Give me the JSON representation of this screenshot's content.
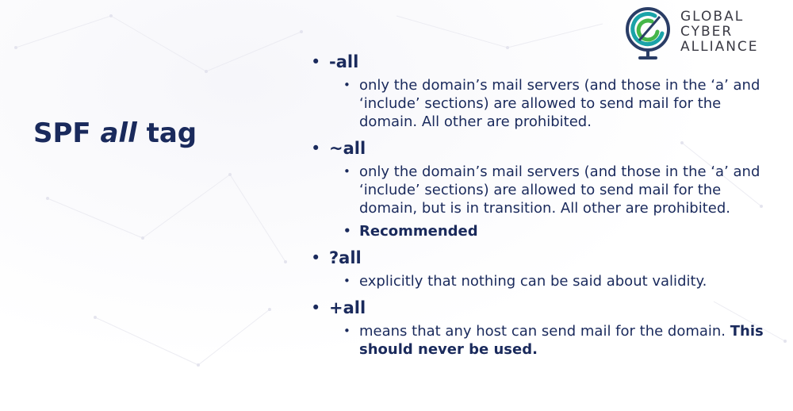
{
  "logo": {
    "icon": "gca-globe-logo-icon",
    "lines": [
      "GLOBAL",
      "CYBER",
      "ALLIANCE"
    ],
    "colors": {
      "dark": "#2a3d66",
      "teal": "#1aa3a8",
      "green": "#45b649",
      "text": "#3a3a44"
    }
  },
  "title": {
    "prefix": "SPF",
    "emphasis": "all",
    "suffix": "tag",
    "color": "#1a2a5c"
  },
  "items": [
    {
      "tag": "-all",
      "subs": [
        {
          "text": "only the domain’s mail servers (and those in the ‘a’ and ‘include’ sections) are allowed to send mail for the domain.  All other are prohibited."
        }
      ]
    },
    {
      "tag": "~all",
      "subs": [
        {
          "text": "only the domain’s mail servers (and those in the ‘a’ and ‘include’ sections) are allowed to send mail for the domain, but is in transition.  All other are prohibited."
        },
        {
          "text": "Recommended"
        }
      ]
    },
    {
      "tag": "?all",
      "subs": [
        {
          "text": "explicitly that nothing can be said about validity."
        }
      ]
    },
    {
      "tag": "+all",
      "subs": [
        {
          "text": "means that any host can send mail for the domain.",
          "bold_tail": "This should never be used."
        }
      ]
    }
  ]
}
